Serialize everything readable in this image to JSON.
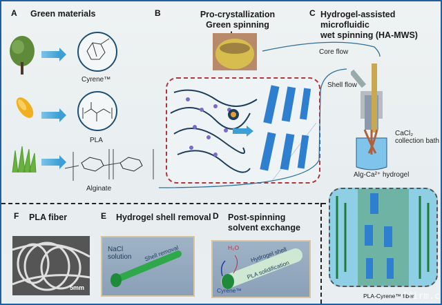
{
  "panels": {
    "A": {
      "letter": "A",
      "title": "Green materials",
      "items": [
        {
          "source": "tree",
          "label": "Cyrene™"
        },
        {
          "source": "corn",
          "label": "PLA"
        },
        {
          "source": "grass",
          "label": "Alginate"
        }
      ]
    },
    "B": {
      "letter": "B",
      "title_line1": "Pro-crystallization",
      "title_line2": "Green spinning dope"
    },
    "C": {
      "letter": "C",
      "title_line1": "Hydrogel-assisted microfluidic",
      "title_line2": "wet spinning (HA-MWS)",
      "core_flow": "Core flow",
      "shell_flow": "Shell flow",
      "bath_line1": "CaCl₂",
      "bath_line2": "collection bath",
      "hydrogel_label": "Alg-Ca²⁺ hydrogel",
      "fiber_label": "PLA-Cyrene™ fiber"
    },
    "D": {
      "letter": "D",
      "title_line1": "Post-spinning",
      "title_line2": "solvent exchange",
      "h2o": "H₂O",
      "shell": "Hydrogel shell",
      "solidification": "PLA solidification",
      "cyrene": "Cyrene™"
    },
    "E": {
      "letter": "E",
      "title": "Hydrogel shell removal",
      "nacl_line1": "NaCl",
      "nacl_line2": "solution",
      "removal": "Shell removal"
    },
    "F": {
      "letter": "F",
      "title": "PLA fiber",
      "scale": "5mm"
    }
  },
  "watermark": "ffirm.com",
  "colors": {
    "frame": "#1f5fa0",
    "flow_line": "#2b6f9a",
    "dash_red": "#b0353a",
    "green_fiber": "#2ea84a",
    "crystal_blue": "#2f7fd0"
  }
}
